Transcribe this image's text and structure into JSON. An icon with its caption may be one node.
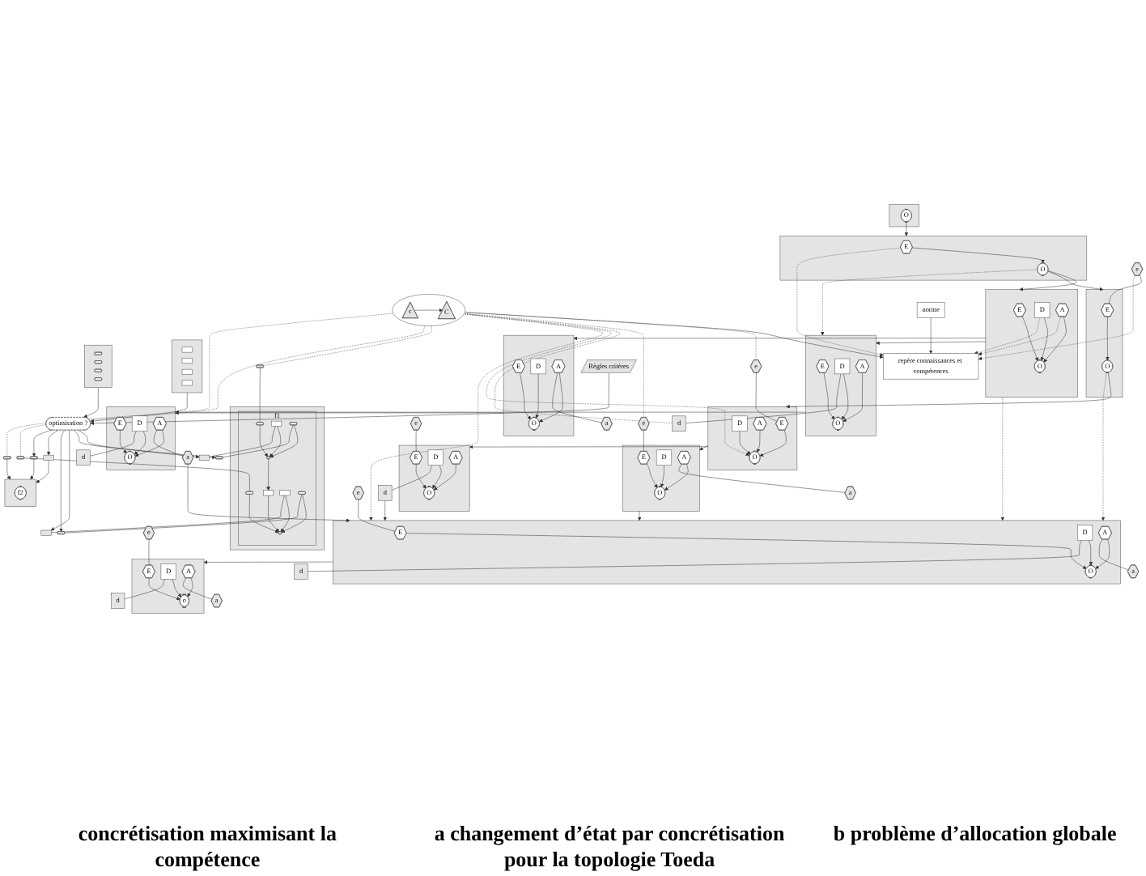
{
  "diagram": {
    "nodes": [
      {
        "text": [],
        "shape": "box"
      },
      {
        "text": [
          "O"
        ],
        "in": 0
      },
      {
        "text": [],
        "shape": "box"
      },
      {
        "text": [
          "E"
        ],
        "in": 2
      },
      {
        "text": [
          "O"
        ],
        "in": 2
      },
      {
        "text": [
          "repère connaissances et compétences"
        ]
      },
      {
        "text": [
          "norme"
        ]
      },
      {
        "text": [],
        "shape": "box"
      },
      {
        "text": [
          "E"
        ],
        "in": 7
      },
      {
        "text": [
          "O"
        ],
        "in": 7
      },
      {
        "text": [
          "D"
        ],
        "in": 7
      },
      {
        "text": [
          "A"
        ],
        "in": 7
      },
      {
        "text": [
          "e"
        ]
      },
      {
        "text": [],
        "shape": "box"
      },
      {
        "text": [
          "E"
        ],
        "in": 13
      },
      {
        "text": [
          "O"
        ],
        "in": 13
      },
      {
        "text": [],
        "shape": "ellipse"
      },
      {
        "text": [
          "c"
        ],
        "in": 16
      },
      {
        "text": [
          "C"
        ],
        "in": 16
      },
      {
        "text": [],
        "shape": "box"
      },
      {
        "text": [
          "E"
        ],
        "in": 19
      },
      {
        "text": [
          "O"
        ],
        "in": 19
      },
      {
        "text": [
          "D"
        ],
        "in": 19
      },
      {
        "text": [
          "A"
        ],
        "in": 19
      },
      {
        "text": [
          "a"
        ]
      },
      {
        "text": [],
        "shape": "box"
      },
      {
        "text": [
          "E"
        ],
        "in": 25
      },
      {
        "text": [
          "O"
        ],
        "in": 25
      },
      {
        "text": [
          "D"
        ],
        "in": 25
      },
      {
        "text": [
          "A"
        ],
        "in": 25
      },
      {
        "text": [
          "d"
        ]
      },
      {
        "text": [
          "e"
        ]
      },
      {
        "text": [],
        "shape": "box"
      },
      {
        "text": [
          "E"
        ],
        "in": 32
      },
      {
        "text": [
          "O"
        ],
        "in": 32
      },
      {
        "text": [
          "D"
        ],
        "in": 32
      },
      {
        "text": [
          "A"
        ],
        "in": 32
      },
      {
        "text": [],
        "shape": "box"
      },
      {
        "text": [
          "E"
        ],
        "in": 37
      },
      {
        "text": [
          "O"
        ],
        "in": 37
      },
      {
        "text": [
          "D"
        ],
        "in": 37
      },
      {
        "text": [
          "A"
        ],
        "in": 37
      },
      {
        "text": [
          "d"
        ]
      },
      {
        "text": [
          "a"
        ]
      },
      {
        "text": [
          "e"
        ]
      },
      {
        "text": [],
        "shape": "box"
      },
      {
        "text": [
          "E"
        ],
        "in": 45
      },
      {
        "text": [
          "O"
        ],
        "in": 45
      },
      {
        "text": [
          "D"
        ],
        "in": 45
      },
      {
        "text": [
          "A"
        ],
        "in": 45
      },
      {
        "text": [
          "a"
        ]
      },
      {
        "text": [
          "e"
        ]
      },
      {
        "text": [],
        "shape": "box"
      },
      {
        "text": [
          "E"
        ],
        "in": 52
      },
      {
        "text": [
          "O"
        ],
        "in": 52
      },
      {
        "text": [
          "D"
        ],
        "in": 52
      },
      {
        "text": [
          "A"
        ],
        "in": 52
      },
      {
        "text": [
          "d"
        ]
      },
      {
        "text": [
          "e"
        ]
      },
      {
        "text": [],
        "shape": "box"
      },
      {
        "text": [
          "E"
        ],
        "in": 59
      },
      {
        "text": [
          "O"
        ],
        "in": 59
      },
      {
        "text": [
          "D"
        ],
        "in": 59
      },
      {
        "text": [
          "A"
        ],
        "in": 59
      },
      {
        "text": [
          "d"
        ]
      },
      {
        "text": [
          "a"
        ]
      },
      {
        "text": [
          "e"
        ]
      },
      {
        "text": [],
        "shape": "box"
      },
      {
        "text": [
          "E"
        ],
        "in": 67
      },
      {
        "text": [
          "o"
        ],
        "in": 67
      },
      {
        "text": [
          "D"
        ],
        "in": 67
      },
      {
        "text": [
          "A"
        ],
        "in": 67
      },
      {
        "text": [
          "d"
        ]
      },
      {
        "text": [
          "a"
        ]
      },
      {
        "text": [],
        "shape": "hexagon"
      },
      {
        "text": [],
        "shape": "hexagon"
      },
      {
        "text": [],
        "shape": "hexagon"
      },
      {
        "text": [],
        "shape": "box"
      },
      {
        "text": [
          "f1"
        ],
        "in": 77
      },
      {
        "text": [],
        "shape": "hexagon",
        "in": 78
      },
      {
        "text": [],
        "shape": "hexagon",
        "in": 78
      },
      {
        "text": [],
        "shape": "ellipse",
        "in": 78
      },
      {
        "text": [],
        "shape": "box",
        "in": 78
      },
      {
        "text": [],
        "shape": "ellipse",
        "in": 78
      },
      {
        "text": [],
        "shape": "box",
        "in": 78
      },
      {
        "text": [],
        "shape": "hexagon",
        "in": 78
      },
      {
        "text": [],
        "shape": "box",
        "in": 78
      },
      {
        "text": [],
        "shape": "hexagon",
        "in": 78
      },
      {
        "text": [],
        "shape": "box"
      },
      {
        "text": [
          "f2"
        ],
        "in": 88
      },
      {
        "text": [],
        "shape": "box"
      },
      {
        "text": [],
        "shape": "hexagon"
      },
      {
        "text": [],
        "shape": "box"
      },
      {
        "text": [],
        "shape": "hexagon"
      },
      {
        "text": [],
        "shape": "box"
      },
      {
        "text": [],
        "shape": "hexagon"
      },
      {
        "text": [
          "Règles critères"
        ]
      },
      {
        "text": [
          "optimisation ?"
        ]
      },
      {
        "text": [],
        "shape": "box"
      },
      {
        "text": [],
        "shape": "box",
        "in": 98
      },
      {
        "text": [],
        "shape": "box",
        "in": 98
      },
      {
        "text": [],
        "shape": "box",
        "in": 98
      },
      {
        "text": [],
        "shape": "box",
        "in": 98
      },
      {
        "text": [],
        "shape": "box"
      },
      {
        "text": [],
        "shape": "hexagon",
        "in": 103
      },
      {
        "text": [],
        "shape": "hexagon",
        "in": 103
      },
      {
        "text": [],
        "shape": "hexagon",
        "in": 103
      },
      {
        "text": [],
        "shape": "hexagon",
        "in": 103
      }
    ],
    "edges": [
      {
        "from": 1,
        "to": 2,
        "arrow": "to"
      },
      {
        "from": 3,
        "to": 4,
        "arrow": "to"
      },
      {
        "from": 3,
        "to": 5,
        "arrow": "to",
        "style": "dashed"
      },
      {
        "from": 4,
        "to": 7,
        "arrow": "to"
      },
      {
        "from": 4,
        "to": 13,
        "arrow": "to"
      },
      {
        "from": 4,
        "to": 25,
        "arrow": "to",
        "style": "dashed"
      },
      {
        "from": 6,
        "to": 5,
        "arrow": "to"
      },
      {
        "from": 16,
        "to": 5,
        "arrow": "to"
      },
      {
        "from": 17,
        "to": 18,
        "arrow": "to"
      },
      {
        "from": 8,
        "to": 9,
        "arrow": "to"
      },
      {
        "from": 10,
        "to": 9,
        "arrow": "to"
      },
      {
        "from": 11,
        "to": 9,
        "arrow": "to"
      },
      {
        "from": 10,
        "to": 5,
        "arrow": "to",
        "style": "dashed"
      },
      {
        "from": 11,
        "to": 5,
        "arrow": "to",
        "style": "dashed"
      },
      {
        "from": 12,
        "to": 14,
        "arrow": "none"
      },
      {
        "from": 12,
        "to": 5,
        "arrow": "to",
        "style": "dashed"
      },
      {
        "from": 14,
        "to": 15,
        "arrow": "to"
      },
      {
        "from": 15,
        "to": 32,
        "arrow": "to"
      },
      {
        "from": 15,
        "to": 59,
        "arrow": "to",
        "style": "dashed"
      },
      {
        "from": 7,
        "to": 19,
        "arrow": "to"
      },
      {
        "from": 7,
        "to": 25,
        "arrow": "to"
      },
      {
        "from": 7,
        "to": 59,
        "arrow": "to",
        "style": "dashed"
      },
      {
        "from": 20,
        "to": 21,
        "arrow": "to"
      },
      {
        "from": 22,
        "to": 21,
        "arrow": "to"
      },
      {
        "from": 23,
        "to": 21,
        "arrow": "to"
      },
      {
        "from": 23,
        "to": 24,
        "arrow": "none"
      },
      {
        "from": 26,
        "to": 27,
        "arrow": "to"
      },
      {
        "from": 28,
        "to": 27,
        "arrow": "to"
      },
      {
        "from": 29,
        "to": 27,
        "arrow": "to"
      },
      {
        "from": 28,
        "to": 30,
        "arrow": "none"
      },
      {
        "from": 16,
        "to": 31,
        "arrow": "none",
        "style": "dashed"
      },
      {
        "from": 31,
        "to": 33,
        "arrow": "none"
      },
      {
        "from": 33,
        "to": 34,
        "arrow": "to"
      },
      {
        "from": 35,
        "to": 34,
        "arrow": "to"
      },
      {
        "from": 36,
        "to": 34,
        "arrow": "to"
      },
      {
        "from": 19,
        "to": 37,
        "arrow": "to"
      },
      {
        "from": 25,
        "to": 37,
        "arrow": "to"
      },
      {
        "from": 38,
        "to": 39,
        "arrow": "to"
      },
      {
        "from": 40,
        "to": 39,
        "arrow": "to"
      },
      {
        "from": 41,
        "to": 39,
        "arrow": "to"
      },
      {
        "from": 40,
        "to": 42,
        "arrow": "none"
      },
      {
        "from": 41,
        "to": 43,
        "arrow": "none"
      },
      {
        "from": 16,
        "to": 44,
        "arrow": "none",
        "style": "dashed"
      },
      {
        "from": 44,
        "to": 46,
        "arrow": "none"
      },
      {
        "from": 46,
        "to": 47,
        "arrow": "to"
      },
      {
        "from": 48,
        "to": 47,
        "arrow": "to"
      },
      {
        "from": 49,
        "to": 47,
        "arrow": "to"
      },
      {
        "from": 49,
        "to": 50,
        "arrow": "none"
      },
      {
        "from": 32,
        "to": 45,
        "arrow": "to"
      },
      {
        "from": 32,
        "to": 52,
        "arrow": "to"
      },
      {
        "from": 51,
        "to": 53,
        "arrow": "none"
      },
      {
        "from": 53,
        "to": 54,
        "arrow": "to"
      },
      {
        "from": 55,
        "to": 54,
        "arrow": "to"
      },
      {
        "from": 56,
        "to": 54,
        "arrow": "to"
      },
      {
        "from": 55,
        "to": 57,
        "arrow": "none"
      },
      {
        "from": 16,
        "to": 30,
        "arrow": "none",
        "style": "dashed"
      },
      {
        "from": 16,
        "to": 34,
        "arrow": "to",
        "style": "dashed"
      },
      {
        "from": 58,
        "to": 60,
        "arrow": "none"
      },
      {
        "from": 60,
        "to": 61,
        "arrow": "to"
      },
      {
        "from": 62,
        "to": 61,
        "arrow": "to"
      },
      {
        "from": 63,
        "to": 61,
        "arrow": "to"
      },
      {
        "from": 62,
        "to": 64,
        "arrow": "none"
      },
      {
        "from": 63,
        "to": 65,
        "arrow": "none"
      },
      {
        "from": 43,
        "to": 59,
        "arrow": "to"
      },
      {
        "from": 45,
        "to": 59,
        "arrow": "to"
      },
      {
        "from": 57,
        "to": 59,
        "arrow": "to"
      },
      {
        "from": 16,
        "to": 59,
        "arrow": "to",
        "style": "dashed"
      },
      {
        "from": 59,
        "to": 67,
        "arrow": "to"
      },
      {
        "from": 66,
        "to": 68,
        "arrow": "none"
      },
      {
        "from": 68,
        "to": 69,
        "arrow": "to"
      },
      {
        "from": 70,
        "to": 69,
        "arrow": "to"
      },
      {
        "from": 71,
        "to": 69,
        "arrow": "to"
      },
      {
        "from": 70,
        "to": 72,
        "arrow": "none"
      },
      {
        "from": 71,
        "to": 73,
        "arrow": "none"
      },
      {
        "from": 16,
        "to": 74,
        "arrow": "none",
        "style": "dashed"
      },
      {
        "from": 16,
        "to": 75,
        "arrow": "none",
        "style": "dashed"
      },
      {
        "from": 16,
        "to": 76,
        "arrow": "none",
        "style": "dashed"
      },
      {
        "from": 74,
        "to": 79,
        "arrow": "none"
      },
      {
        "from": 75,
        "to": 80,
        "arrow": "none"
      },
      {
        "from": 76,
        "to": 88,
        "arrow": "to"
      },
      {
        "from": 79,
        "to": 81,
        "arrow": "to"
      },
      {
        "from": 80,
        "to": 83,
        "arrow": "to"
      },
      {
        "from": 81,
        "to": 82,
        "arrow": "to"
      },
      {
        "from": 82,
        "to": 83,
        "arrow": "to"
      },
      {
        "from": 84,
        "to": 81,
        "arrow": "to"
      },
      {
        "from": 85,
        "to": 81,
        "arrow": "to"
      },
      {
        "from": 86,
        "to": 83,
        "arrow": "to"
      },
      {
        "from": 87,
        "to": 83,
        "arrow": "to"
      },
      {
        "from": 84,
        "to": 90,
        "arrow": "none"
      },
      {
        "from": 85,
        "to": 91,
        "arrow": "none"
      },
      {
        "from": 86,
        "to": 92,
        "arrow": "none"
      },
      {
        "from": 87,
        "to": 93,
        "arrow": "none"
      },
      {
        "from": 94,
        "to": 88,
        "arrow": "to"
      },
      {
        "from": 95,
        "to": 88,
        "arrow": "to"
      },
      {
        "from": 97,
        "to": 90,
        "arrow": "to"
      },
      {
        "from": 97,
        "to": 91,
        "arrow": "to"
      },
      {
        "from": 97,
        "to": 92,
        "arrow": "to"
      },
      {
        "from": 97,
        "to": 93,
        "arrow": "to"
      },
      {
        "from": 97,
        "to": 94,
        "arrow": "to"
      },
      {
        "from": 97,
        "to": 95,
        "arrow": "to"
      },
      {
        "from": 96,
        "to": 97,
        "arrow": "to"
      },
      {
        "from": 98,
        "to": 97,
        "arrow": "to"
      },
      {
        "from": 103,
        "to": 97,
        "arrow": "to"
      }
    ],
    "labels": [
      "concrétisation maximisant la compétence",
      "a changement d’état par concrétisation pour la topologie Toeda",
      "b problème d’allocation globale"
    ]
  }
}
